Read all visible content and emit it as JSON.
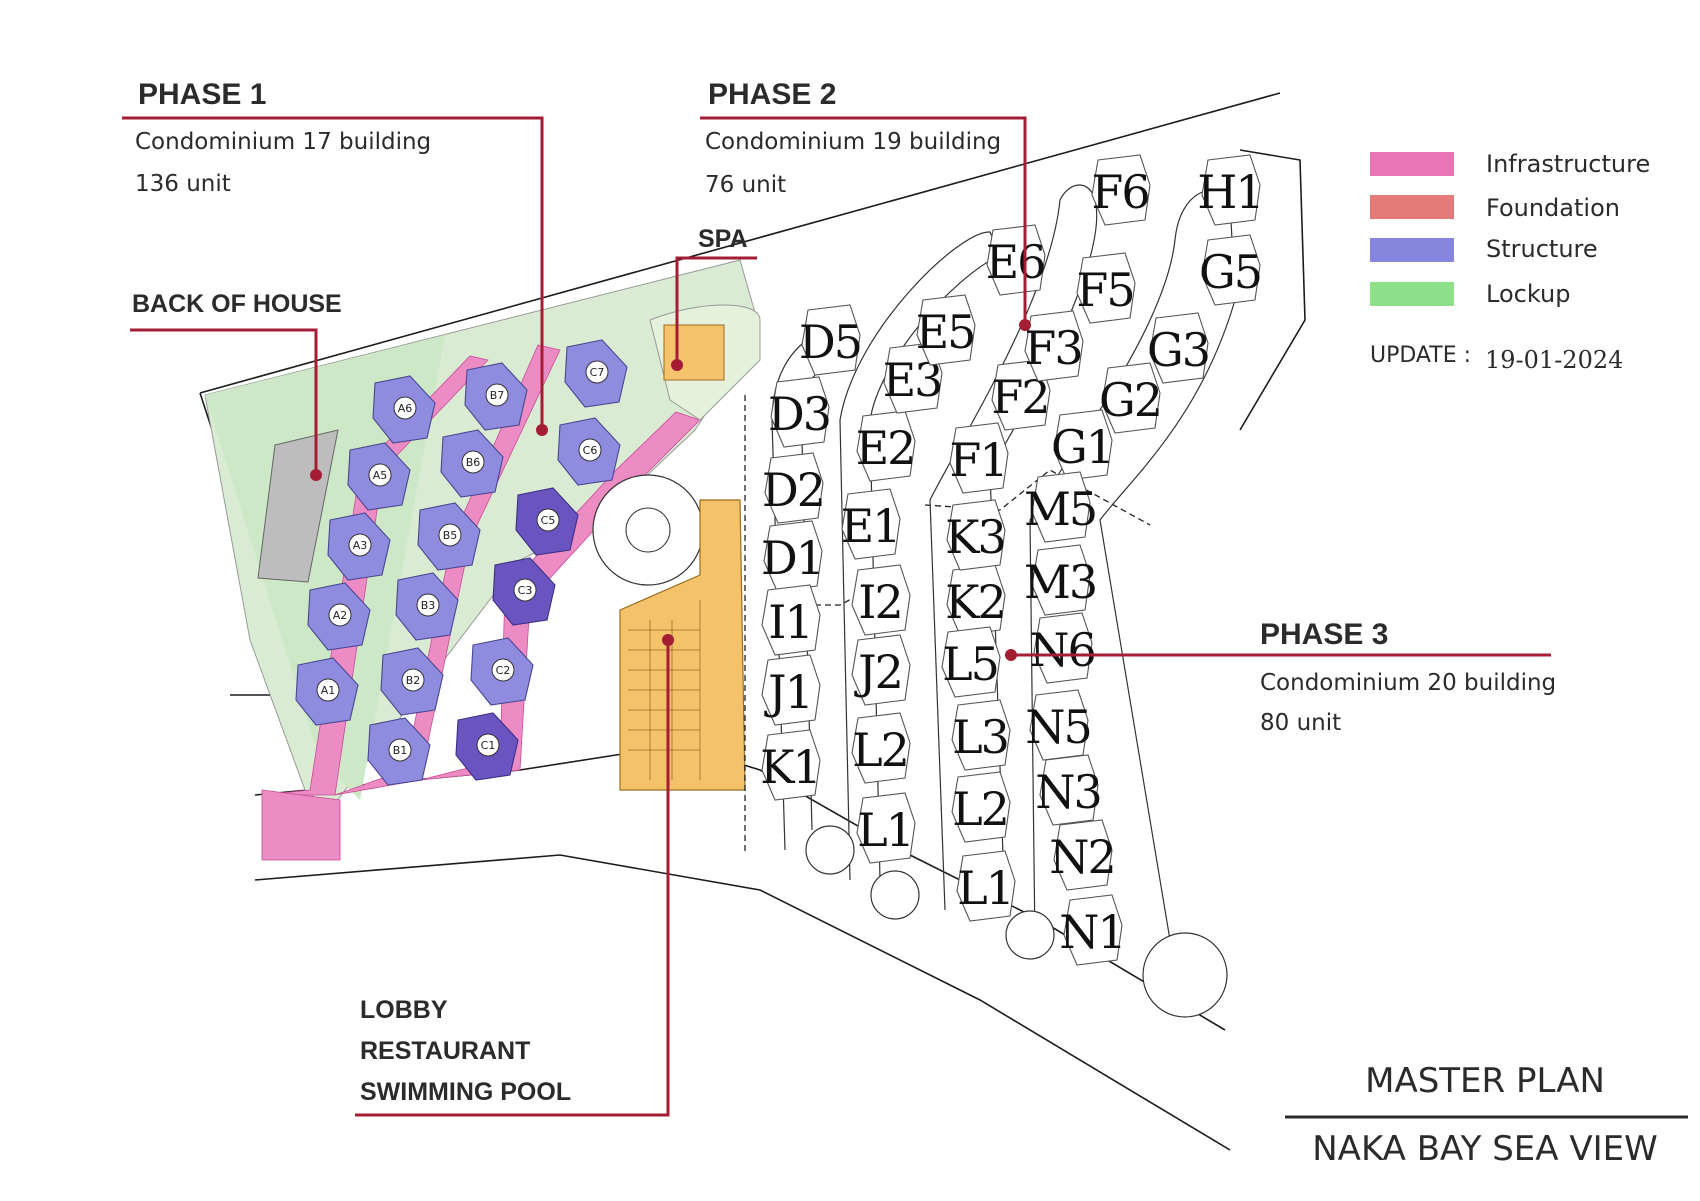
{
  "phase1": {
    "title": "PHASE 1",
    "line1": "Condominium 17 building",
    "line2": "136 unit"
  },
  "phase2": {
    "title": "PHASE 2",
    "line1": "Condominium 19 building",
    "line2": "76 unit"
  },
  "phase3": {
    "title": "PHASE 3",
    "line1": "Condominium 20 building",
    "line2": "80 unit"
  },
  "callouts": {
    "spa": "SPA",
    "back_of_house": "BACK OF HOUSE",
    "lobby": [
      "LOBBY",
      "RESTAURANT",
      "SWIMMING POOL"
    ]
  },
  "legend": [
    {
      "label": "Infrastructure",
      "color": "#e875b6"
    },
    {
      "label": "Foundation",
      "color": "#e57a7a"
    },
    {
      "label": "Structure",
      "color": "#8585dd"
    },
    {
      "label": "Lockup",
      "color": "#8ee08a"
    }
  ],
  "update": {
    "label": "UPDATE :",
    "date": "19-01-2024"
  },
  "title_block": {
    "title": "MASTER PLAN",
    "subtitle": "NAKA BAY SEA VIEW"
  },
  "phase1_buildings": [
    "A1",
    "A2",
    "A3",
    "A5",
    "A6",
    "B1",
    "B2",
    "B3",
    "B5",
    "B6",
    "B7",
    "C1",
    "C2",
    "C3",
    "C5",
    "C6",
    "C7"
  ],
  "phase2_buildings": [
    "D1",
    "D2",
    "D3",
    "D5",
    "E1",
    "E2",
    "E3",
    "E5",
    "E6",
    "F1",
    "F2",
    "F3",
    "F5",
    "F6",
    "G1",
    "G2",
    "G3",
    "G5",
    "H1"
  ],
  "phase3_buildings": [
    "I1",
    "I2",
    "J1",
    "J2",
    "K1",
    "K2",
    "K3",
    "L1",
    "L2",
    "L5",
    "L1",
    "L2",
    "L3",
    "M3",
    "M5",
    "N1",
    "N2",
    "N3",
    "N5",
    "N6"
  ]
}
